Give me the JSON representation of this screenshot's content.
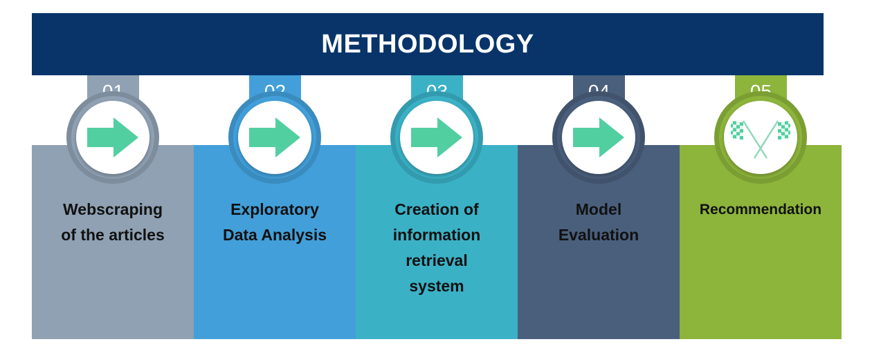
{
  "banner": {
    "title": "METHODOLOGY"
  },
  "steps": [
    {
      "number": "01",
      "label_lines": [
        "Webscraping",
        "of the articles"
      ],
      "icon": "arrow-right-icon",
      "color": "#8fa1b3"
    },
    {
      "number": "02",
      "label_lines": [
        "Exploratory",
        "Data Analysis"
      ],
      "icon": "arrow-right-icon",
      "color": "#429fd9"
    },
    {
      "number": "03",
      "label_lines": [
        "Creation of",
        "information",
        "retrieval",
        "system"
      ],
      "icon": "arrow-right-icon",
      "color": "#3bb1c6"
    },
    {
      "number": "04",
      "label_lines": [
        "Model",
        "Evaluation"
      ],
      "icon": "arrow-right-icon",
      "color": "#4a5f7c"
    },
    {
      "number": "05",
      "label_lines": [
        "Recommendation"
      ],
      "icon": "checkered-flags-icon",
      "color": "#8db43b"
    }
  ],
  "colors": {
    "banner": "#08346a",
    "arrow": "#52cfa0",
    "label_text": "#111111"
  }
}
